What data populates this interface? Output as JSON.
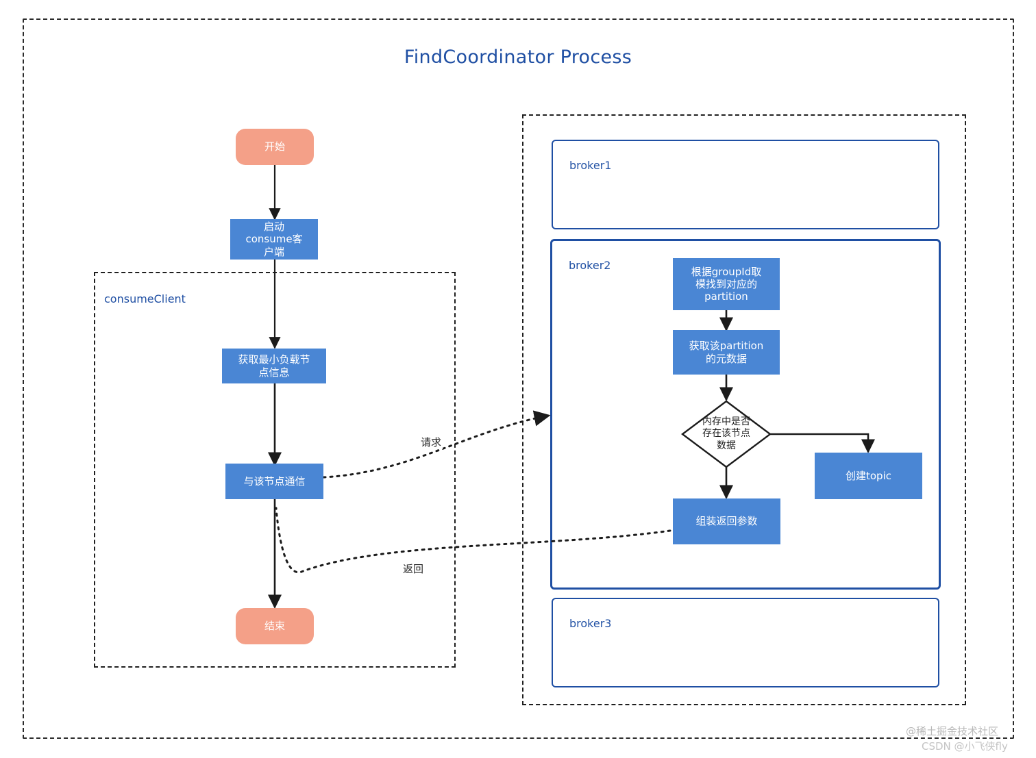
{
  "title": "FindCoordinator Process",
  "colors": {
    "title_blue": "#1f4fa3",
    "process_blue": "#4a86d4",
    "terminal_salmon": "#f4a088",
    "border_dark": "#1f1f1f",
    "broker_border": "#1f4fa3",
    "watermark_gray": "#b9b9b9"
  },
  "clusters": {
    "consume_client": {
      "label": "consumeClient"
    },
    "brokers": {
      "broker1": {
        "label": "broker1"
      },
      "broker2": {
        "label": "broker2"
      },
      "broker3": {
        "label": "broker3"
      }
    }
  },
  "nodes": {
    "start": {
      "label": "开始",
      "shape": "terminal"
    },
    "launch_consumer": {
      "label": "启动\nconsume客\n户端",
      "shape": "process"
    },
    "get_least_loaded_node": {
      "label": "获取最小负载节\n点信息",
      "shape": "process"
    },
    "communicate_with_node": {
      "label": "与该节点通信",
      "shape": "process"
    },
    "end": {
      "label": "结束",
      "shape": "terminal"
    },
    "mod_groupid": {
      "label": "根据groupId取\n模找到对应的\npartition",
      "shape": "process"
    },
    "get_partition_meta": {
      "label": "获取该partition\n的元数据",
      "shape": "process"
    },
    "memory_check": {
      "label": "内存中是否\n存在该节点\n数据",
      "shape": "decision"
    },
    "assemble_response": {
      "label": "组装返回参数",
      "shape": "process"
    },
    "create_topic": {
      "label": "创建topic",
      "shape": "process"
    }
  },
  "edges": {
    "request": {
      "label": "请求",
      "style": "dotted"
    },
    "response": {
      "label": "返回",
      "style": "dotted"
    }
  },
  "watermarks": {
    "top": "@稀土掘金技术社区",
    "bottom": "CSDN @小飞侠fly"
  }
}
